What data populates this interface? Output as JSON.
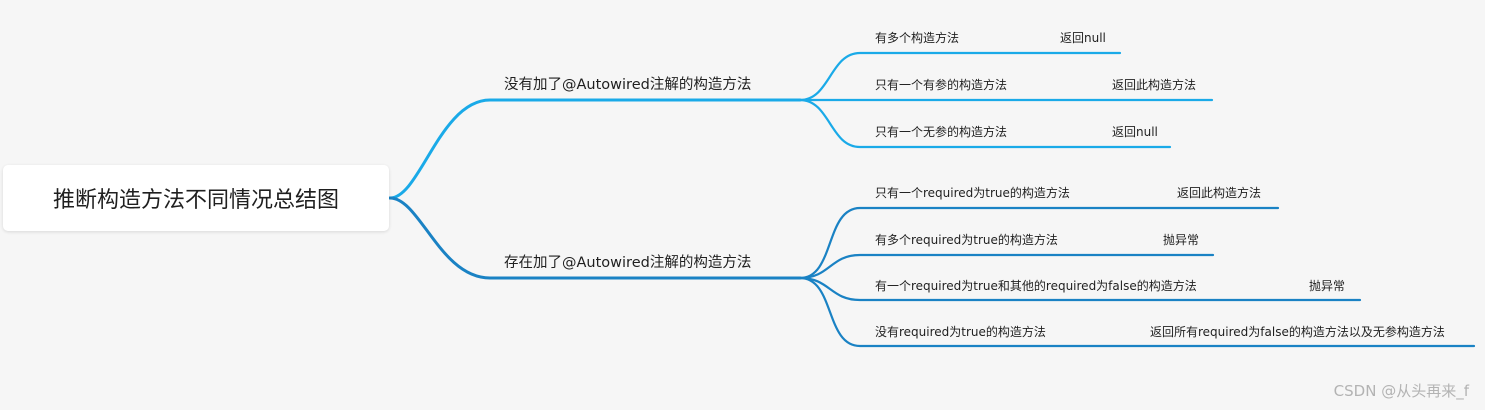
{
  "root": {
    "label": "推断构造方法不同情况总结图"
  },
  "branches": [
    {
      "label": "没有加了@Autowired注解的构造方法",
      "color": "#1aaae8",
      "cases": [
        {
          "condition": "有多个构造方法",
          "result": "返回null"
        },
        {
          "condition": "只有一个有参的构造方法",
          "result": "返回此构造方法"
        },
        {
          "condition": "只有一个无参的构造方法",
          "result": "返回null"
        }
      ]
    },
    {
      "label": "存在加了@Autowired注解的构造方法",
      "color": "#1a82c4",
      "cases": [
        {
          "condition": "只有一个required为true的构造方法",
          "result": "返回此构造方法"
        },
        {
          "condition": "有多个required为true的构造方法",
          "result": "抛异常"
        },
        {
          "condition": "有一个required为true和其他的required为false的构造方法",
          "result": "抛异常"
        },
        {
          "condition": "没有required为true的构造方法",
          "result": "返回所有required为false的构造方法以及无参构造方法"
        }
      ]
    }
  ],
  "watermark": "CSDN @从头再来_f"
}
